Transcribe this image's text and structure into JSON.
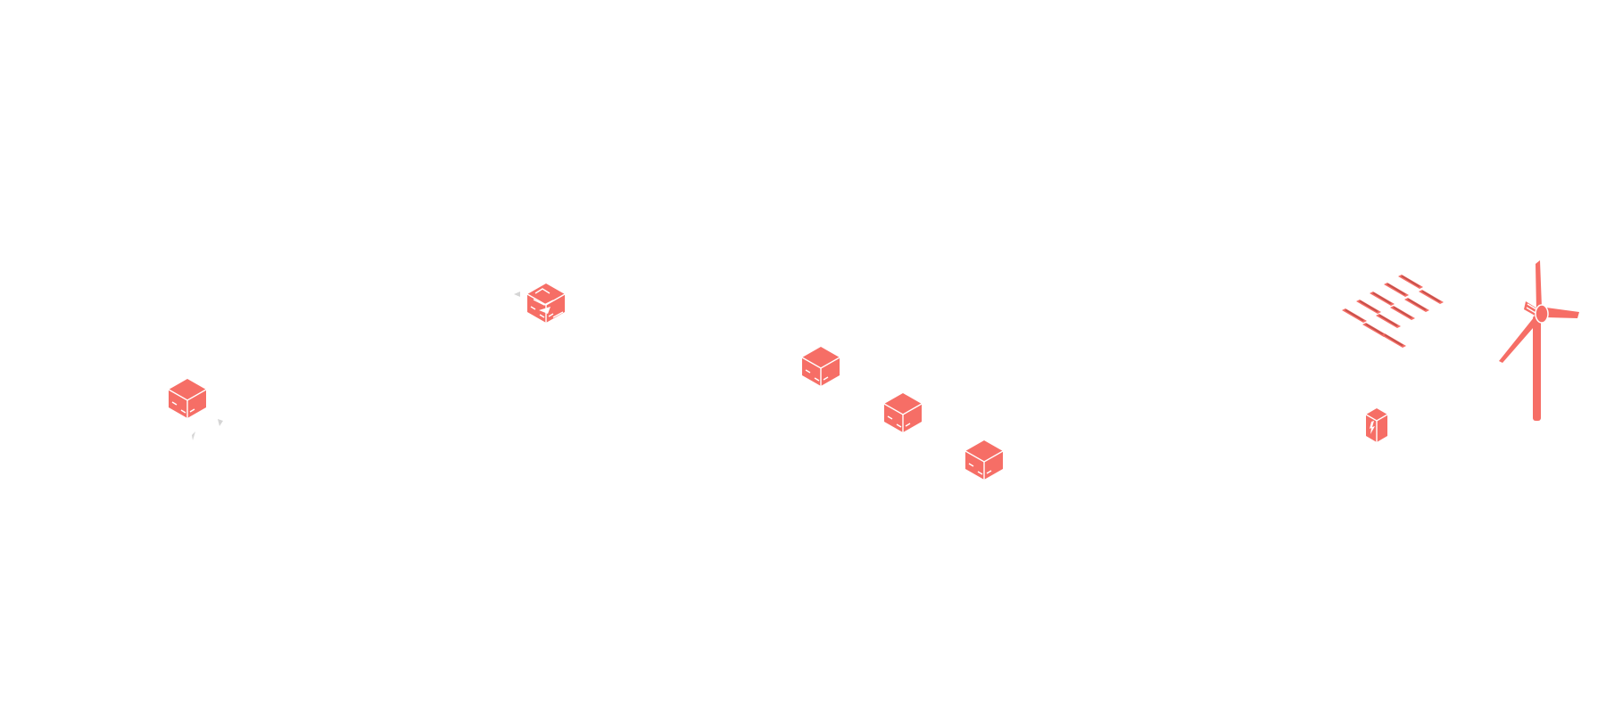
{
  "colors": {
    "accent": "#F66E66",
    "accent_dark": "#D9534D",
    "panel_cell": "#C5504B",
    "line": "#FFFFFF",
    "connector": "#D5D5D5",
    "background": "#FFFFFF"
  },
  "nodes": [
    {
      "id": "box-left",
      "icon": "isometric-box-icon"
    },
    {
      "id": "box-with-sail",
      "icon": "isometric-box-sail-icon"
    },
    {
      "id": "box-row-1",
      "icon": "isometric-box-icon"
    },
    {
      "id": "box-row-2",
      "icon": "isometric-box-icon"
    },
    {
      "id": "box-row-3",
      "icon": "isometric-box-icon"
    },
    {
      "id": "solar-panel-array",
      "icon": "solar-panel-icon"
    },
    {
      "id": "battery-unit",
      "icon": "battery-lightning-icon"
    },
    {
      "id": "wind-turbine",
      "icon": "wind-turbine-icon"
    }
  ]
}
